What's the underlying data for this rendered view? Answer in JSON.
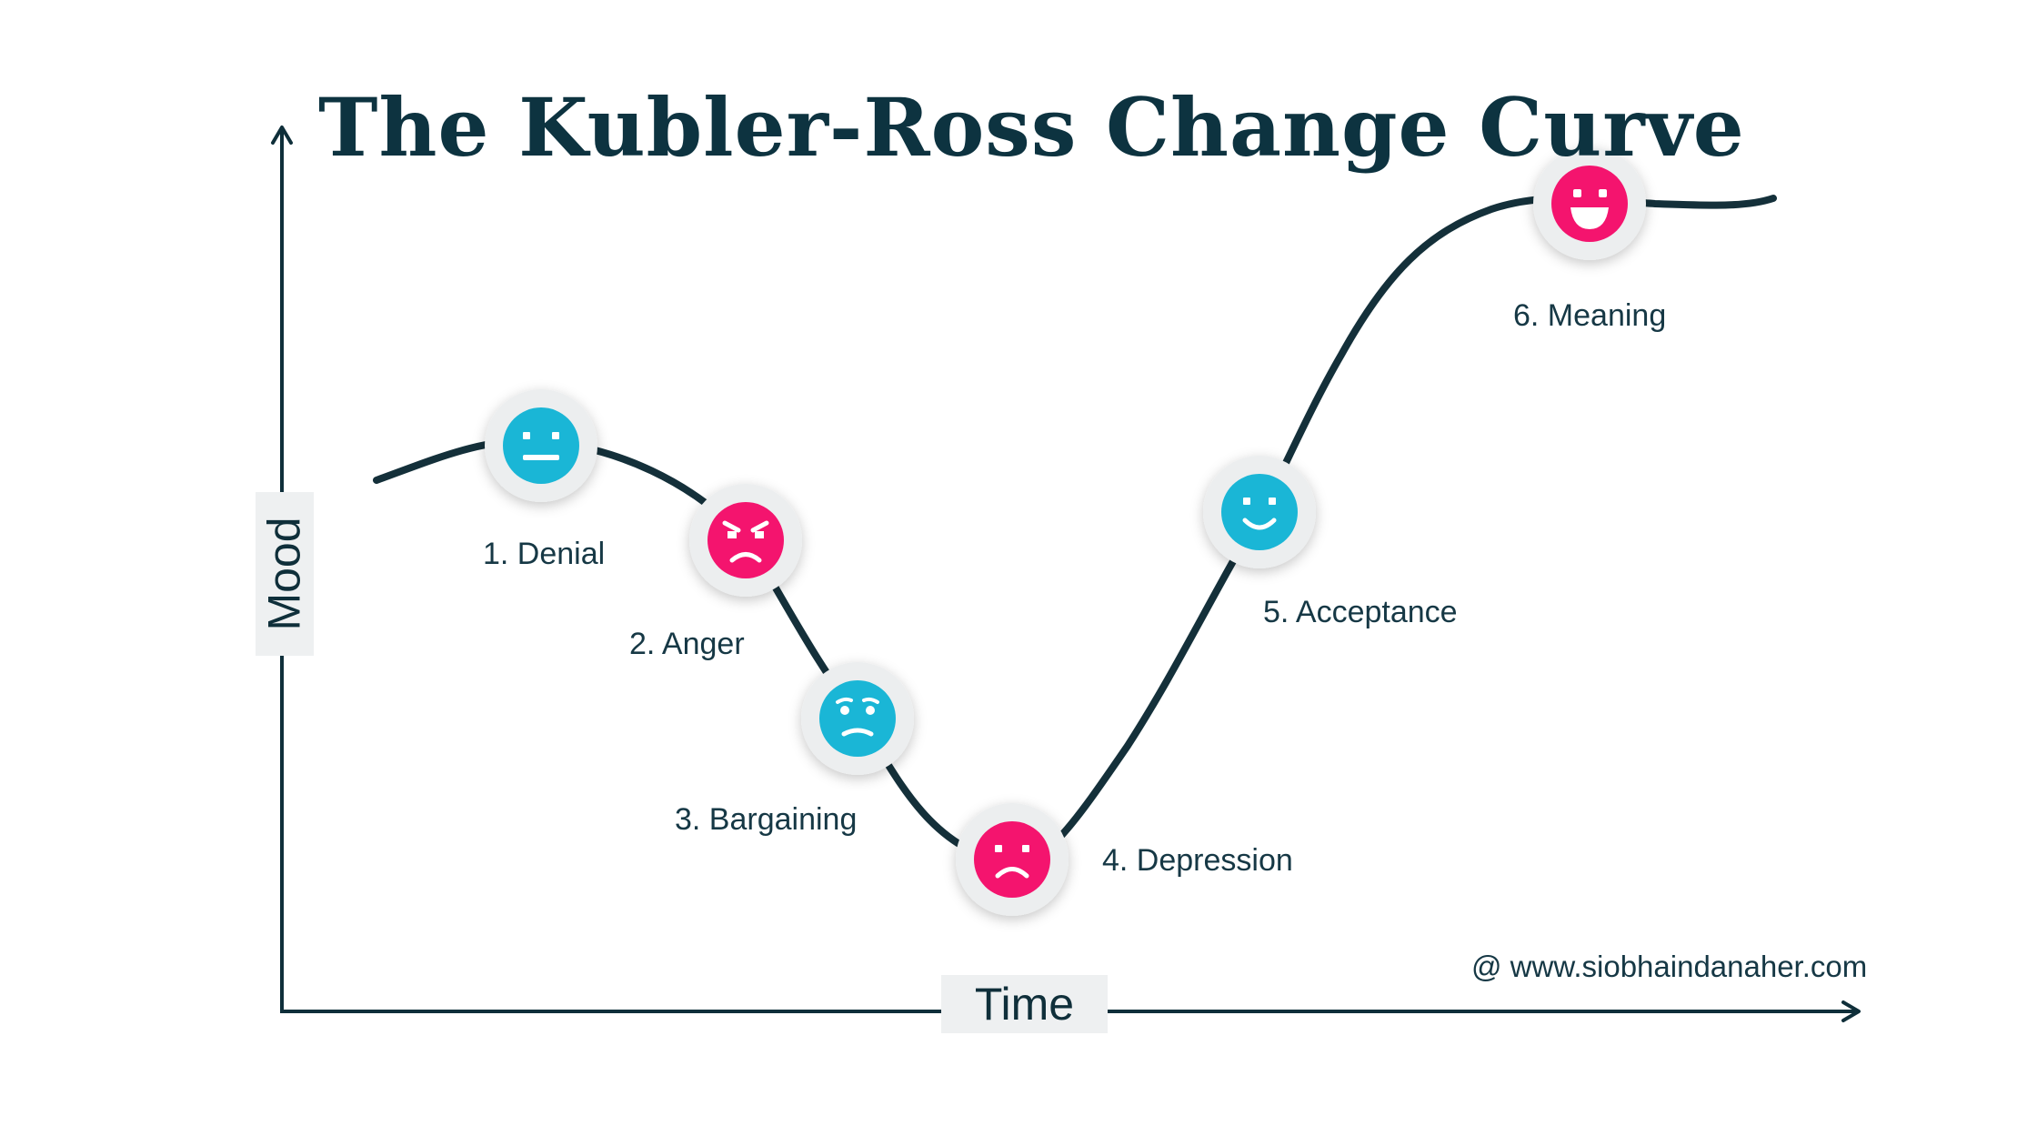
{
  "title": "The Kubler-Ross Change Curve",
  "axes": {
    "x_label": "Time",
    "y_label": "Mood"
  },
  "stages": [
    {
      "label": "1. Denial",
      "face": "neutral-face-icon",
      "color": "#1ab6d6"
    },
    {
      "label": "2. Anger",
      "face": "angry-face-icon",
      "color": "#f4146e"
    },
    {
      "label": "3. Bargaining",
      "face": "worried-face-icon",
      "color": "#1ab6d6"
    },
    {
      "label": "4. Depression",
      "face": "sad-face-icon",
      "color": "#f4146e"
    },
    {
      "label": "5. Acceptance",
      "face": "smile-face-icon",
      "color": "#1ab6d6"
    },
    {
      "label": "6. Meaning",
      "face": "grin-face-icon",
      "color": "#f4146e"
    }
  ],
  "credit": "@ www.siobhaindanaher.com",
  "colors": {
    "curve": "#14303a",
    "axis": "#0f2f3a",
    "title": "#0d3340",
    "cyan": "#1ab6d6",
    "pink": "#f4146e"
  }
}
